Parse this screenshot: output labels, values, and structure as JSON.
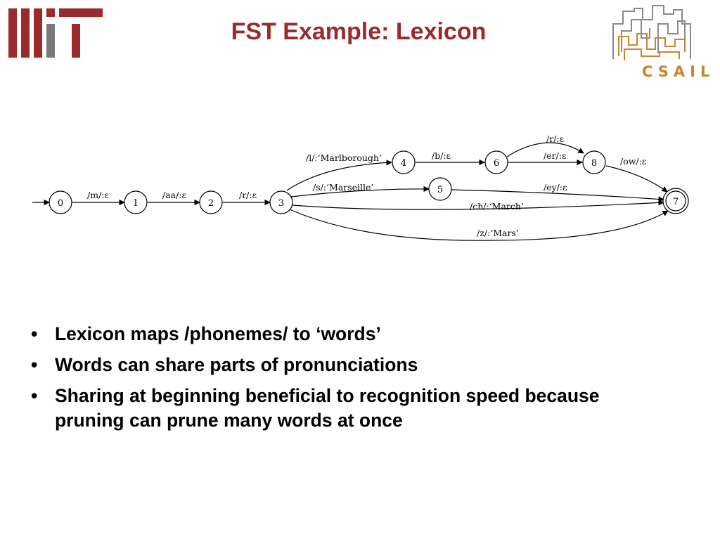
{
  "slide": {
    "title": "FST Example: Lexicon",
    "logos": {
      "mit": "MIT",
      "csail": "CSAIL"
    },
    "colors": {
      "title": "#9b2a2c",
      "mit_red": "#9b2a2c",
      "mit_gray": "#7a7a7a",
      "csail_orange": "#c8862a",
      "csail_gray": "#8a8a8a"
    }
  },
  "diagram": {
    "states": [
      {
        "id": "0",
        "label": "0"
      },
      {
        "id": "1",
        "label": "1"
      },
      {
        "id": "2",
        "label": "2"
      },
      {
        "id": "3",
        "label": "3"
      },
      {
        "id": "4",
        "label": "4"
      },
      {
        "id": "5",
        "label": "5"
      },
      {
        "id": "6",
        "label": "6"
      },
      {
        "id": "7",
        "label": "7",
        "final": true
      },
      {
        "id": "8",
        "label": "8"
      }
    ],
    "arcs": [
      {
        "from": "0",
        "to": "1",
        "label": "/m/:ε"
      },
      {
        "from": "1",
        "to": "2",
        "label": "/aa/:ε"
      },
      {
        "from": "2",
        "to": "3",
        "label": "/r/:ε"
      },
      {
        "from": "3",
        "to": "4",
        "label": "/l/:‘Marlborough’"
      },
      {
        "from": "4",
        "to": "6",
        "label": "/b/:ε"
      },
      {
        "from": "6",
        "to": "8",
        "label": "/r/:ε"
      },
      {
        "from": "6",
        "to": "8",
        "label": "/er/:ε"
      },
      {
        "from": "8",
        "to": "7",
        "label": "/ow/:ε"
      },
      {
        "from": "3",
        "to": "5",
        "label": "/s/:‘Marseille’"
      },
      {
        "from": "5",
        "to": "7",
        "label": "/ey/:ε"
      },
      {
        "from": "3",
        "to": "7",
        "label": "/ch/:‘March’"
      },
      {
        "from": "3",
        "to": "7",
        "label": "/z/:‘Mars’"
      }
    ]
  },
  "bullets": [
    "Lexicon maps /phonemes/ to ‘words’",
    "Words can share parts of pronunciations",
    "Sharing at beginning beneficial to recognition speed because pruning can prune many words at once"
  ],
  "bullet_glyph": "•"
}
